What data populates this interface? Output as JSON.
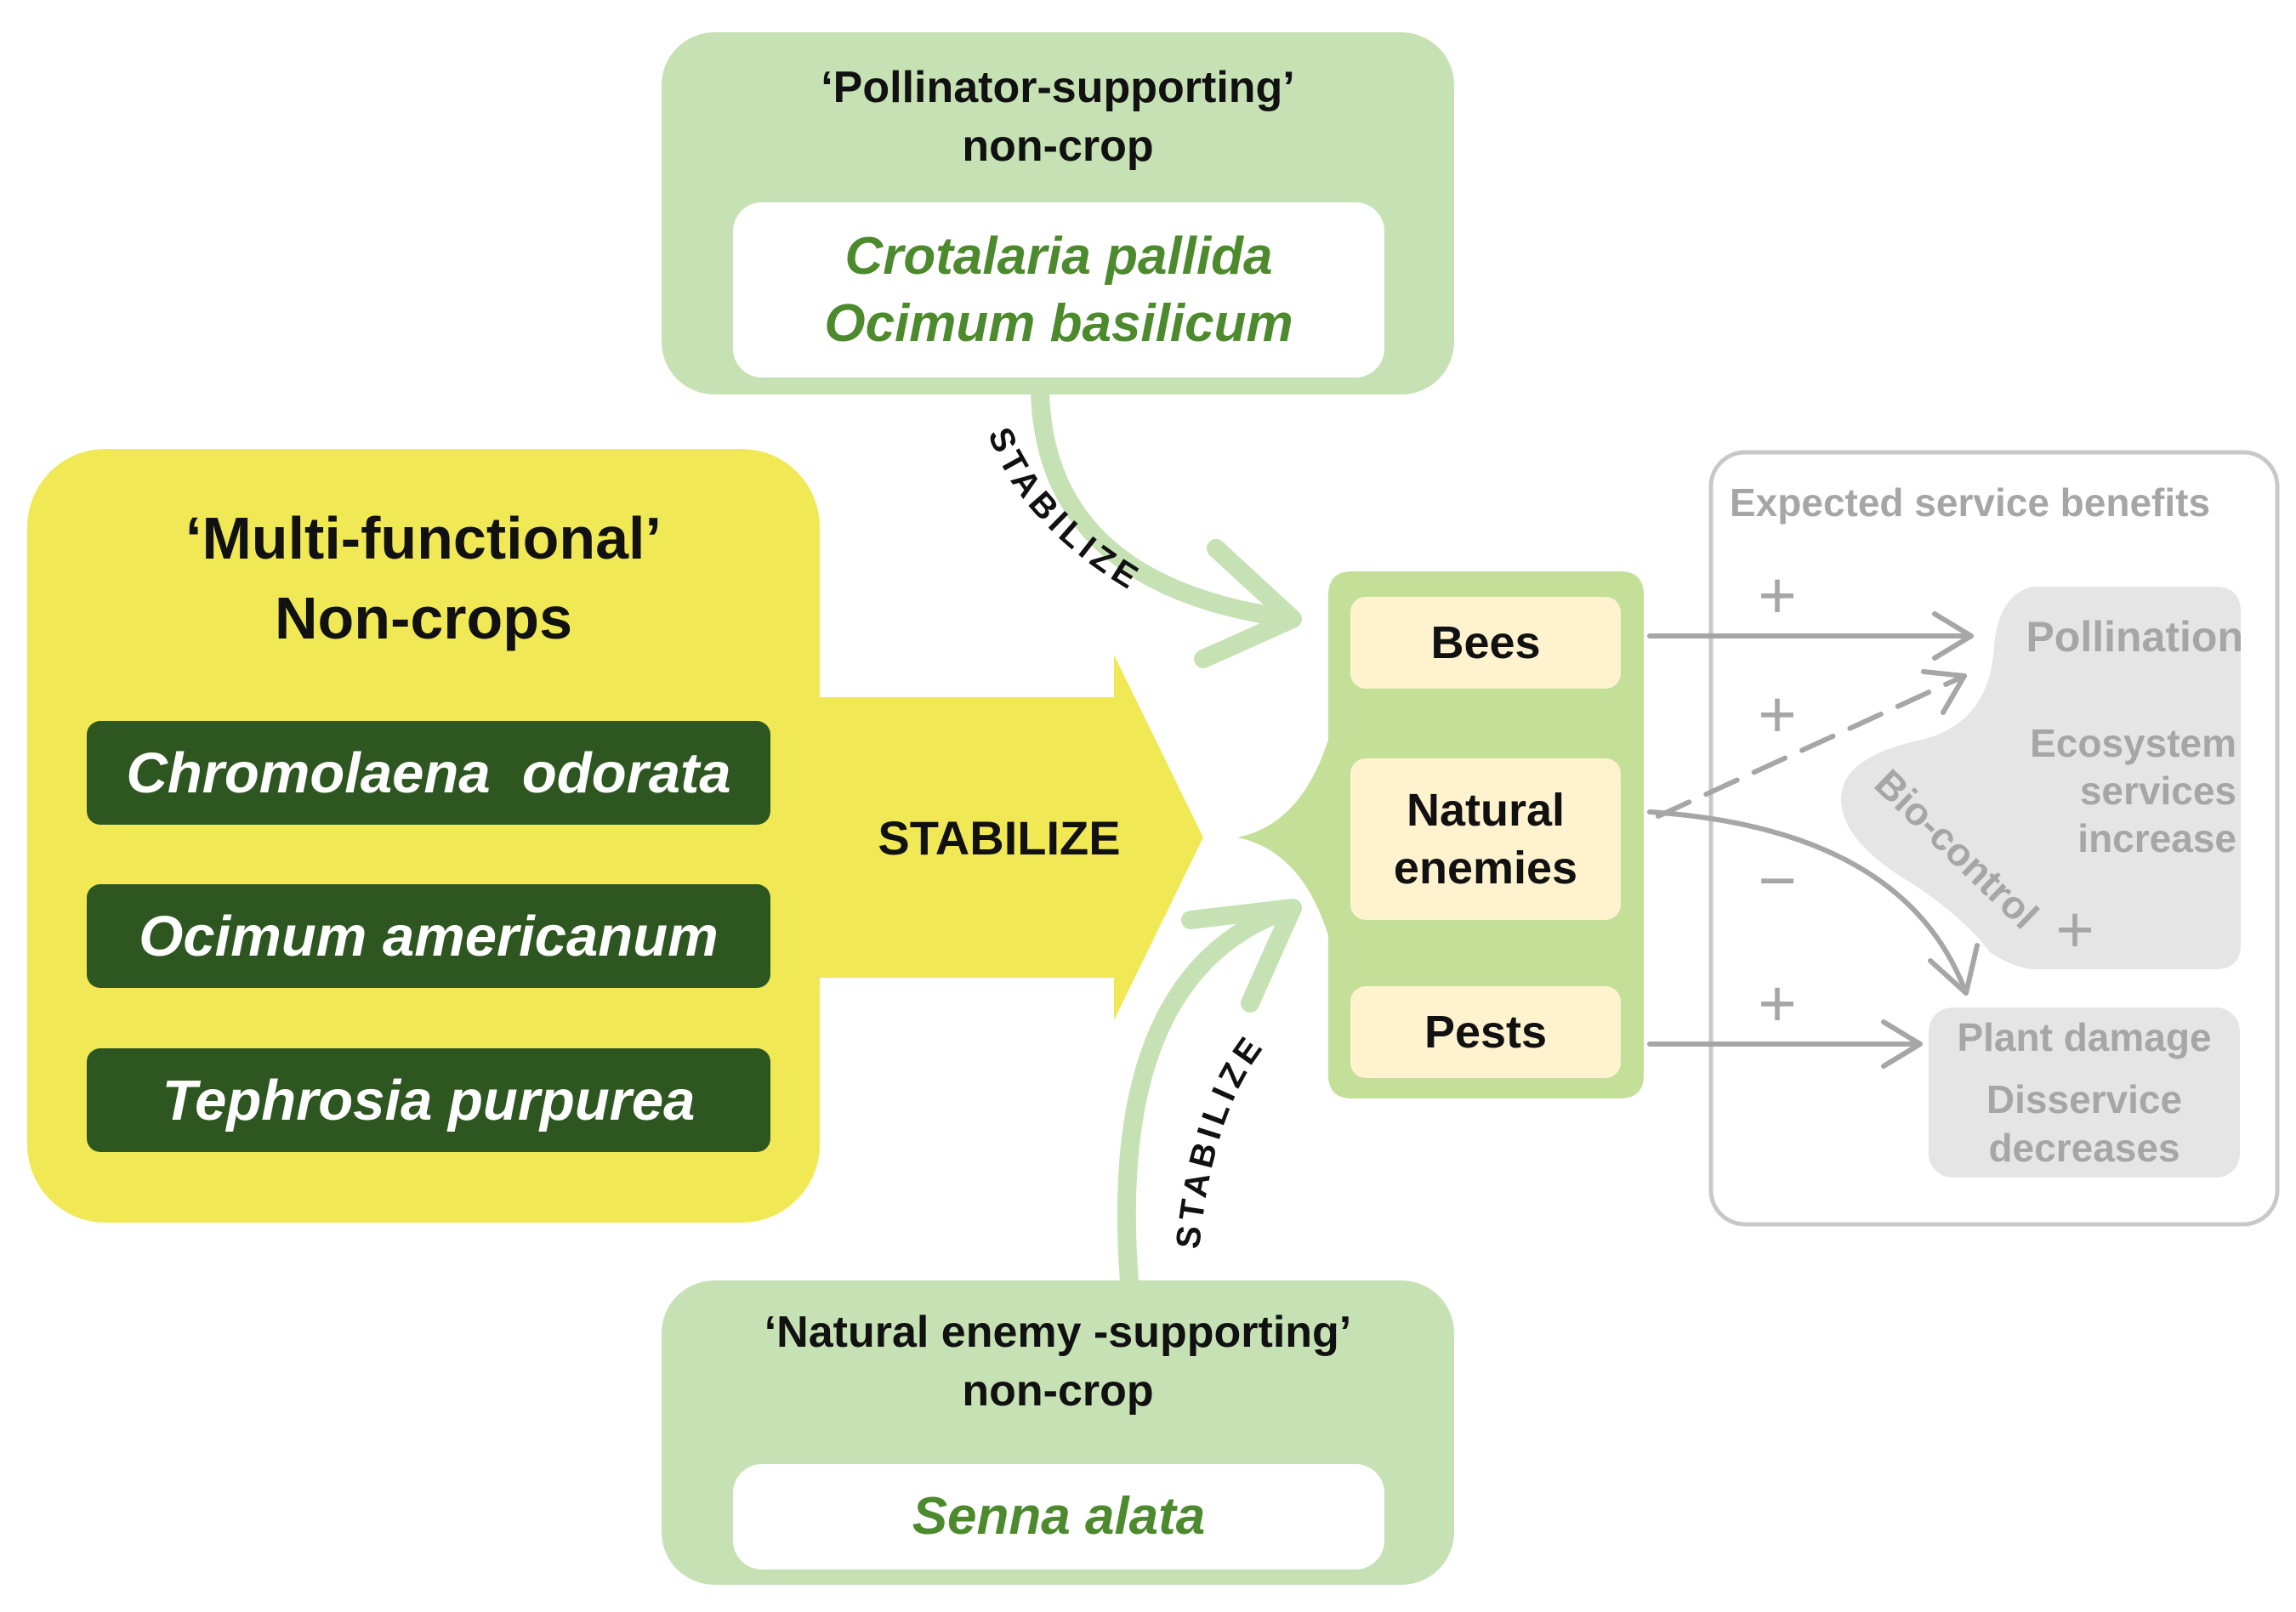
{
  "multi_functional": {
    "title_line1": "‘Multi-functional’",
    "title_line2": "Non-crops",
    "species": [
      "Chromolaena  odorata",
      "Ocimum americanum",
      "Tephrosia purpurea"
    ]
  },
  "pollinator_supporting": {
    "title_line1": "‘Pollinator-supporting’",
    "title_line2": "non-crop",
    "species": [
      "Crotalaria pallida",
      "Ocimum basilicum"
    ]
  },
  "natural_enemy_supporting": {
    "title_line1": "‘Natural enemy -supporting’",
    "title_line2": "non-crop",
    "species": [
      "Senna alata"
    ]
  },
  "arrows": {
    "main_label": "STABILIZE",
    "top_label": "STABILIZE",
    "bottom_label": "STABILIZE"
  },
  "organisms": {
    "bees": "Bees",
    "natural_enemies_line1": "Natural",
    "natural_enemies_line2": "enemies",
    "pests": "Pests"
  },
  "benefits": {
    "title": "Expected service benefits",
    "pollination": "Pollination",
    "ecosystem_line1": "Ecosystem",
    "ecosystem_line2": "services",
    "ecosystem_line3": "increase",
    "biocontrol": "Bio-control",
    "plant_damage": "Plant damage",
    "disservice_line1": "Disservice",
    "disservice_line2": "decreases",
    "signs": {
      "bees_pollination": "+",
      "enemies_pollination": "+",
      "enemies_pests": "−",
      "biocontrol": "+",
      "pests_damage": "+"
    }
  },
  "colors": {
    "yellow": "#f0e955",
    "dark_green": "#2e5621",
    "light_green": "#c6e2b5",
    "species_green": "#4c8a2d",
    "organism_fill": "#fff2cf",
    "grey": "#a6a6a6"
  }
}
